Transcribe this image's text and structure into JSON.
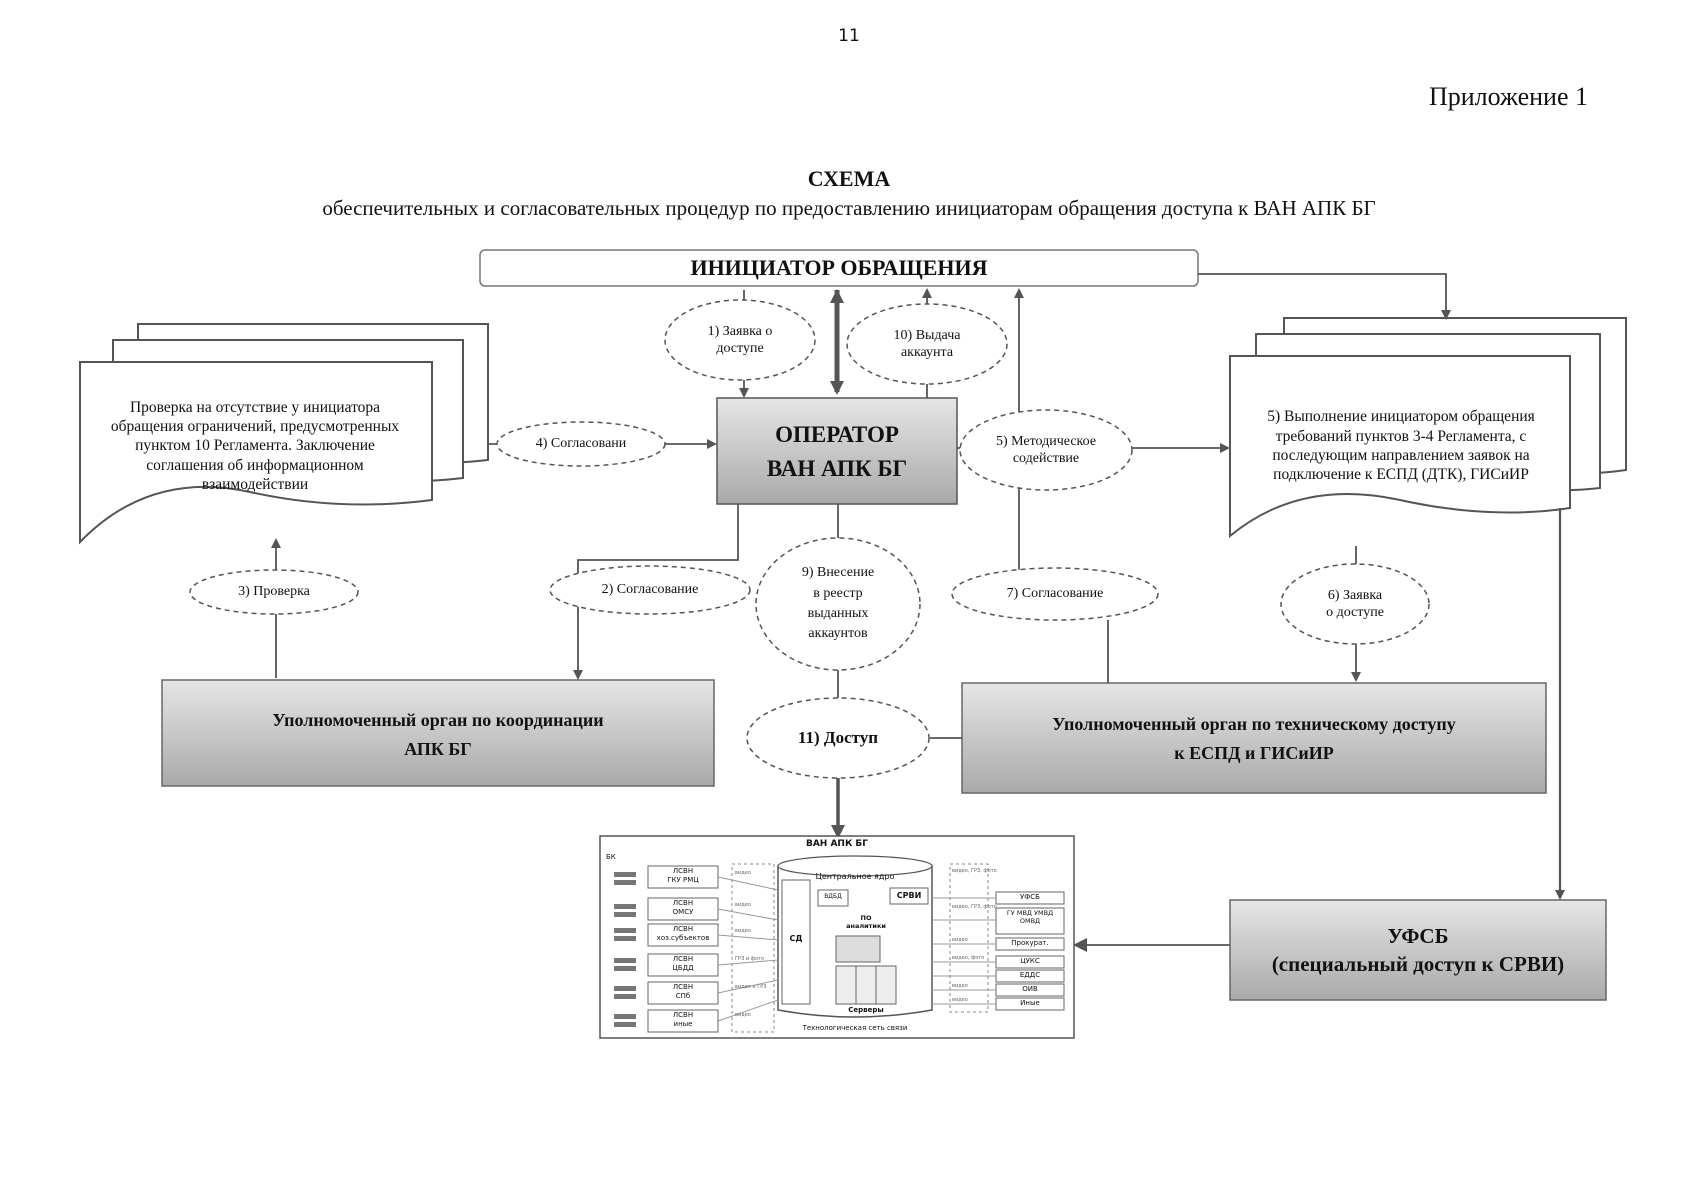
{
  "page_number": "11",
  "appendix": "Приложение 1",
  "title": "СХЕМА",
  "subtitle": "обеспечительных и согласовательных процедур по предоставлению инициаторам обращения доступа к ВАН АПК БГ",
  "initiator": "ИНИЦИАТОР ОБРАЩЕНИЯ",
  "operator": [
    "ОПЕРАТОР",
    "ВАН АПК БГ"
  ],
  "left_doc": "Проверка на отсутствие у инициатора обращения ограничений, предусмотренных пунктом 10 Регламента. Заключение соглашения об информационном взаимодействии",
  "right_doc": "5) Выполнение инициатором обращения требований пунктов 3-4 Регламента, с последующим направлением заявок на подключение к ЕСПД (ДТК), ГИСиИР",
  "steps": {
    "s1": [
      "1) Заявка о",
      "доступе"
    ],
    "s2": "2) Согласование",
    "s3": "3) Проверка",
    "s4": "4) Согласовани",
    "s5": [
      "5) Методическое",
      "содействие"
    ],
    "s6": [
      "6) Заявка",
      "о доступе"
    ],
    "s7": "7) Согласование",
    "s9": [
      "9) Внесение",
      "в реестр",
      "выданных",
      "аккаунтов"
    ],
    "s10": [
      "10) Выдача",
      "аккаунта"
    ],
    "s11": "11) Доступ"
  },
  "coord_body": [
    "Уполномоченный орган по координации",
    "АПК БГ"
  ],
  "tech_body": [
    "Уполномоченный орган по техническому доступу",
    "к ЕСПД и ГИСиИР"
  ],
  "ufsb": [
    "УФСБ",
    "(специальный доступ к СРВИ)"
  ],
  "network": {
    "title": "ВАН АПК БГ",
    "left_label": "БК",
    "left_units": [
      [
        "ЛСВН",
        "ГКУ РМЦ"
      ],
      [
        "ЛСВН",
        "ОМСУ"
      ],
      [
        "ЛСВН",
        "хоз.субъектов"
      ],
      [
        "ЛСВН",
        "ЦБДД"
      ],
      [
        "ЛСВН",
        "СПб"
      ],
      [
        "ЛСВН",
        "иные"
      ]
    ],
    "core": "Центральное ядро",
    "vdb": "ВДБД",
    "srvi": "СРВИ",
    "sd": "СД",
    "software": [
      "ПО",
      "аналитики"
    ],
    "servers": "Серверы",
    "network_caption": "Технологическая сеть связи",
    "right_units": [
      "УФСБ",
      "ГУ МВД УМВД ОМВД",
      "Прокурат.",
      "ЦУКС",
      "ЕДДС",
      "ОИВ",
      "Иные"
    ],
    "link_labels": [
      "видео",
      "видео",
      "видео",
      "ГРЗ и фото",
      "видео и ГРЗ",
      "видео",
      "видео, ГРЗ, фото",
      "видео, ГРЗ, фото",
      "видео",
      "видео, фото",
      "видео",
      "видео"
    ]
  }
}
